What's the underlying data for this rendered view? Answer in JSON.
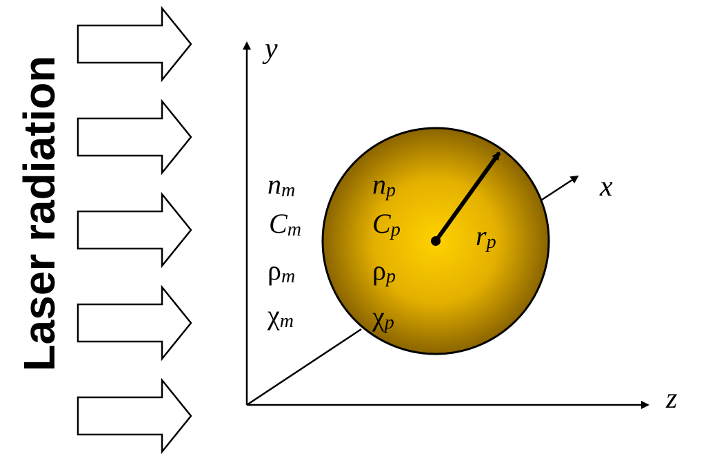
{
  "side_title": "Laser radiation",
  "axes": {
    "x": "x",
    "y": "y",
    "z": "z"
  },
  "colors": {
    "particle_center": "#ffd200",
    "particle_edge": "#8a6400",
    "ink": "#000000"
  },
  "medium_labels": [
    {
      "base": "n",
      "sub": "m",
      "greek": false
    },
    {
      "base": "C",
      "sub": "m",
      "greek": false
    },
    {
      "base": "ρ",
      "sub": "m",
      "greek": true
    },
    {
      "base": "χ",
      "sub": "m",
      "greek": true
    }
  ],
  "particle_labels": [
    {
      "base": "n",
      "sub": "p",
      "greek": false
    },
    {
      "base": "C",
      "sub": "p",
      "greek": false
    },
    {
      "base": "ρ",
      "sub": "p",
      "greek": true
    },
    {
      "base": "χ",
      "sub": "p",
      "greek": true
    }
  ],
  "radius_label": {
    "base": "r",
    "sub": "p"
  },
  "arrows": [
    "arrow",
    "arrow",
    "arrow",
    "arrow",
    "arrow"
  ]
}
